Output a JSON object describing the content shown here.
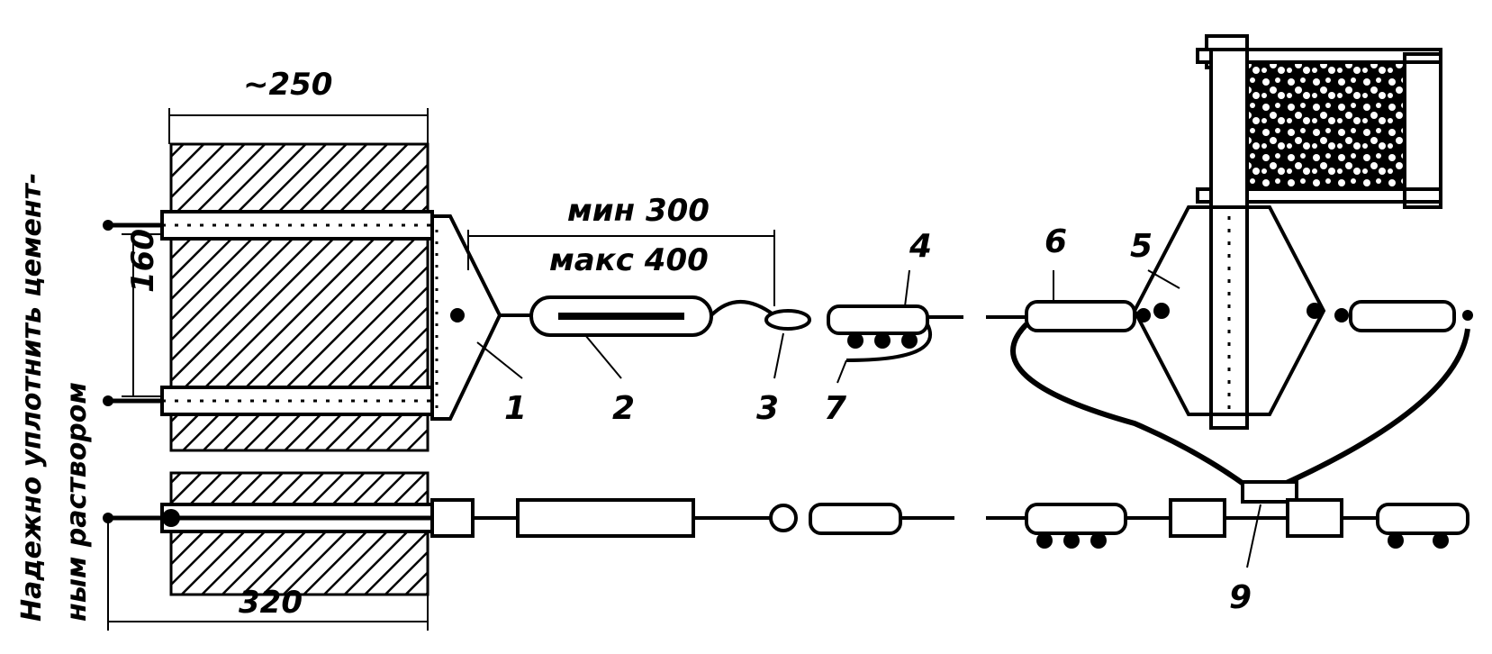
{
  "dimensions": {
    "width_top": "~250",
    "width_bottom": "320",
    "height_left": "160",
    "min_length": "мин 300",
    "max_length": "макс 400"
  },
  "side_note": {
    "line1": "Надежно уплотнить цемент-",
    "line2": "ным раствором"
  },
  "labels": {
    "p1": "1",
    "p2": "2",
    "p3": "3",
    "p4": "4",
    "p5": "5",
    "p6": "6",
    "p7": "7",
    "p9": "9"
  }
}
